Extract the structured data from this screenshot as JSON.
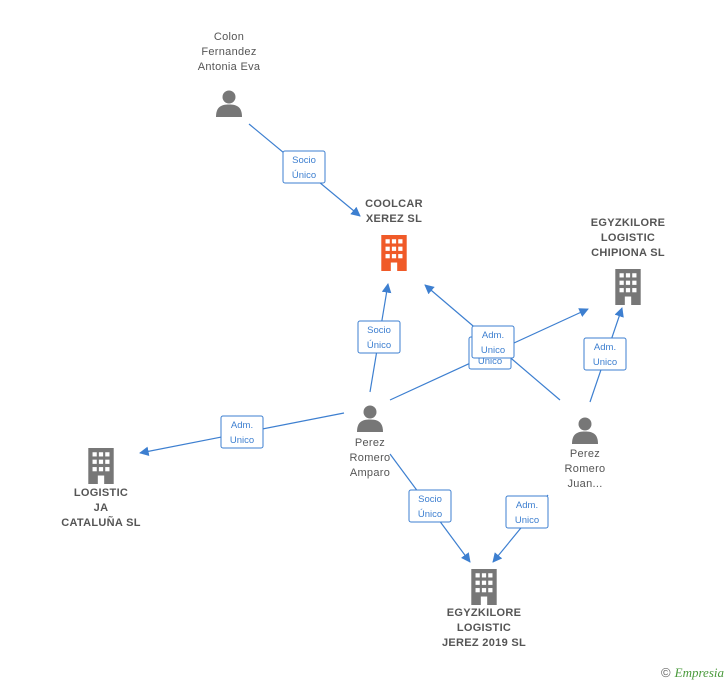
{
  "colors": {
    "edge": "#3d7fd0",
    "company_main": "#f05a28",
    "company": "#777777",
    "person": "#777777"
  },
  "nodes": [
    {
      "id": "colon",
      "type": "person",
      "label": [
        "Colon",
        "Fernandez",
        "Antonia Eva"
      ]
    },
    {
      "id": "coolcar",
      "type": "company-main",
      "label": [
        "COOLCAR",
        "XEREZ  SL"
      ]
    },
    {
      "id": "chipiona",
      "type": "company",
      "label": [
        "EGYZKILORE",
        "LOGISTIC",
        "CHIPIONA  SL"
      ]
    },
    {
      "id": "amparo",
      "type": "person",
      "label": [
        "Perez",
        "Romero",
        "Amparo"
      ]
    },
    {
      "id": "juan",
      "type": "person",
      "label": [
        "Perez",
        "Romero",
        "Juan..."
      ]
    },
    {
      "id": "cataluna",
      "type": "company",
      "label": [
        "LOGISTIC",
        "JA",
        "CATALUÑA  SL"
      ]
    },
    {
      "id": "jerez",
      "type": "company",
      "label": [
        "EGYZKILORE",
        "LOGISTIC",
        "JEREZ 2019  SL"
      ]
    }
  ],
  "edges": [
    {
      "from": "colon",
      "to": "coolcar",
      "label": [
        "Socio",
        "Único"
      ]
    },
    {
      "from": "amparo",
      "to": "coolcar",
      "label": [
        "Socio",
        "Único"
      ]
    },
    {
      "from": "amparo",
      "to": "chipiona",
      "label": [
        "Adm.",
        "Unico"
      ]
    },
    {
      "from": "juan",
      "to": "coolcar",
      "label": [
        "Adm.",
        "Unico"
      ]
    },
    {
      "from": "juan",
      "to": "chipiona",
      "label": [
        "Adm.",
        "Unico"
      ]
    },
    {
      "from": "amparo",
      "to": "cataluna",
      "label": [
        "Adm.",
        "Unico"
      ]
    },
    {
      "from": "amparo",
      "to": "jerez",
      "label": [
        "Socio",
        "Único"
      ]
    },
    {
      "from": "juan",
      "to": "jerez",
      "label": [
        "Adm.",
        "Unico"
      ]
    }
  ],
  "footer": {
    "copyright": "©",
    "brand": "Empresia"
  }
}
